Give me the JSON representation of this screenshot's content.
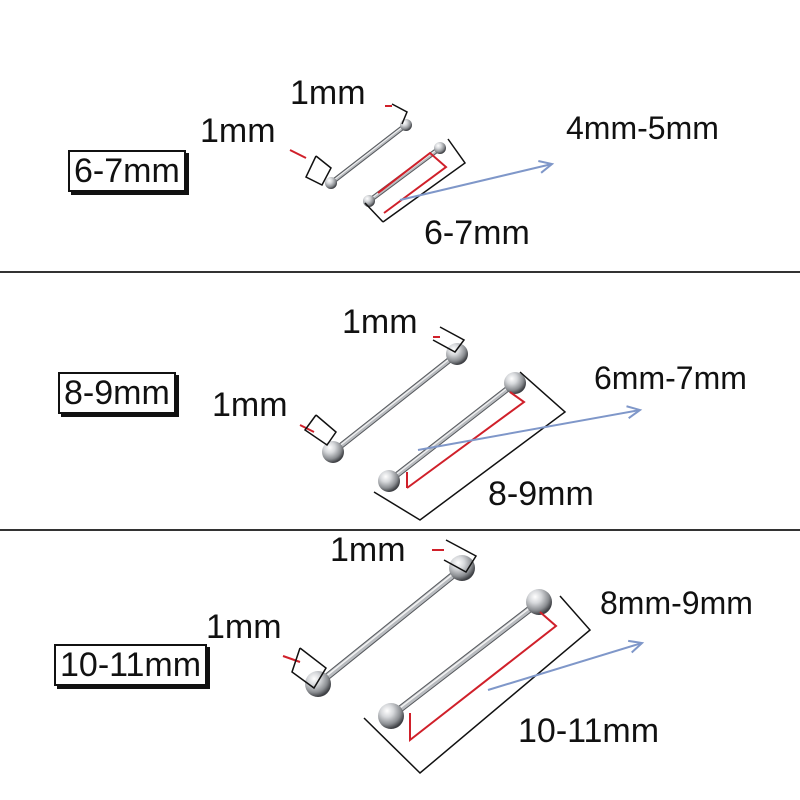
{
  "sections": [
    {
      "size_label": "6-7mm",
      "ball_top_label": "1mm",
      "ball_left_label": "1mm",
      "length_label": "6-7mm",
      "range_label": "4mm-5mm"
    },
    {
      "size_label": "8-9mm",
      "ball_top_label": "1mm",
      "ball_left_label": "1mm",
      "length_label": "8-9mm",
      "range_label": "6mm-7mm"
    },
    {
      "size_label": "10-11mm",
      "ball_top_label": "1mm",
      "ball_left_label": "1mm",
      "length_label": "10-11mm",
      "range_label": "8mm-9mm"
    }
  ],
  "colors": {
    "dimension_line": "#111111",
    "highlight": "#d0202a",
    "arrow": "#7f97c9",
    "steel_light": "#f2f2f2",
    "steel_mid": "#b9bcc0",
    "steel_dark": "#55585c"
  }
}
